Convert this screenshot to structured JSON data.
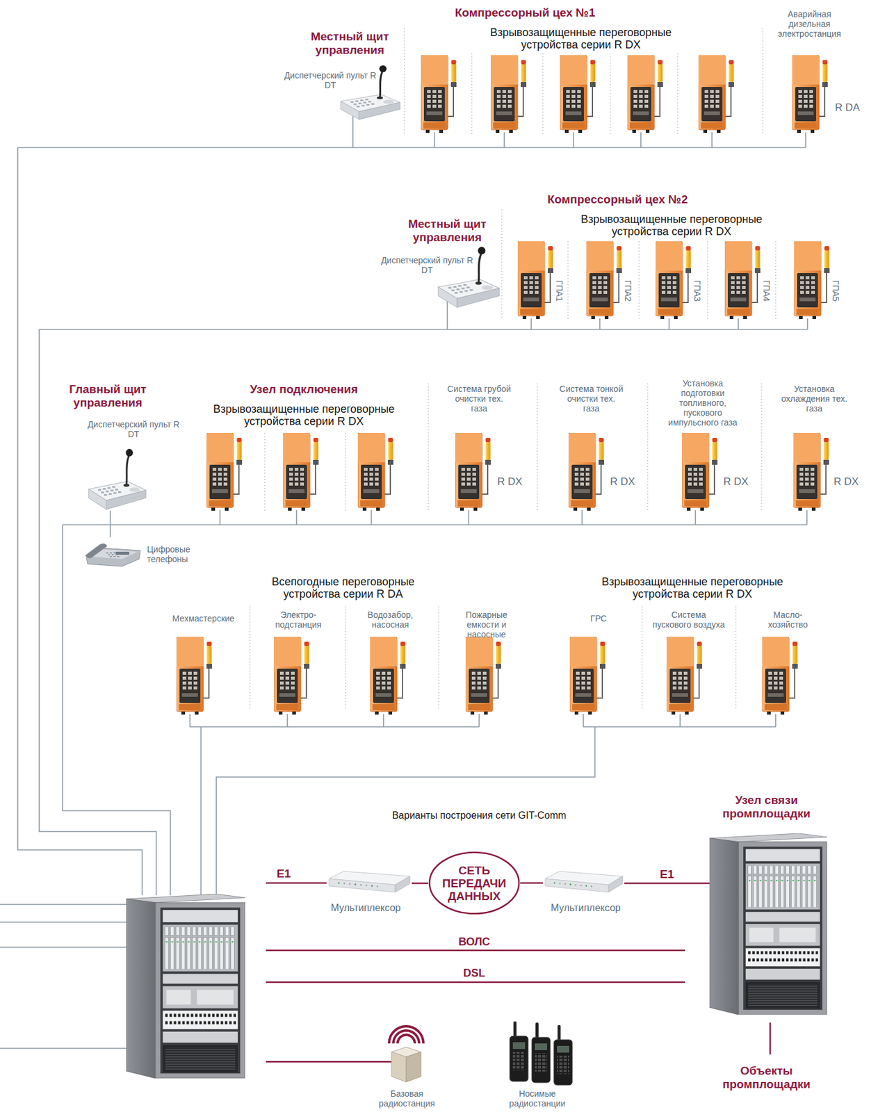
{
  "diagram": {
    "nodes": [
      {
        "text": [
          "Местный щит управления",
          "Диспетчерский пульт R DT"
        ]
      },
      {
        "text": [
          "Местный щит управления",
          "Диспетчерский пульт R DT"
        ]
      },
      {
        "text": [
          "Главный щит управления",
          "Диспетчерский пульт R DT"
        ]
      },
      {
        "text": [
          "Цифровые телефоны"
        ]
      },
      {
        "text": [
          "Узел связи промплощадки"
        ]
      },
      {
        "text": [
          "Мультиплексор"
        ]
      },
      {
        "text": [
          "СЕТЬ ПЕРЕДАЧИ ДАННЫХ"
        ]
      },
      {
        "text": [
          "Мультиплексор"
        ]
      },
      {
        "text": [
          "Базовая радиостанция"
        ]
      },
      {
        "text": [
          "Носимые радиостанции"
        ]
      }
    ],
    "edges": [
      {
        "from": 2,
        "to": 3,
        "arrow": "none"
      },
      {
        "from": 5,
        "to": 6,
        "arrow": "none"
      },
      {
        "from": 6,
        "to": 7,
        "arrow": "none"
      },
      {
        "from": 7,
        "to": 4,
        "label": "E1",
        "arrow": "none"
      }
    ],
    "labels": [
      "Компрессорный цех №1",
      "Взрывозащищенные переговорные устройства серии R DX",
      "Аварийная дизельная электростанция",
      "R DA",
      "Компрессорный цех №2",
      "Взрывозащищенные переговорные устройства серии R DX",
      "ГПА1",
      "ГПА2",
      "ГПА3",
      "ГПА4",
      "ГПА5",
      "Узел подключения",
      "Взрывозащищенные переговорные устройства серии R DX",
      "Система грубой очистки тех. газа",
      "R DX",
      "Система тонкой очистки тех. газа",
      "R DX",
      "Установка подготовки топливного, пускового импульсного газа",
      "R DX",
      "Установка охлаждения тех. газа",
      "R DX",
      "Всепогодные переговорные устройства серии R DA",
      "Взрывозащищенные переговорные устройства серии R DX",
      "Мехмастерские",
      "Электро- подстанция",
      "Водозабор, насосная",
      "Пожарные емкости и насосные",
      "ГРС",
      "Система пускового воздуха",
      "Масло- хозяйство",
      "Варианты построения сети GIT-Comm",
      "E1",
      "ВОЛС",
      "DSL",
      "Объекты промплощадки"
    ]
  }
}
